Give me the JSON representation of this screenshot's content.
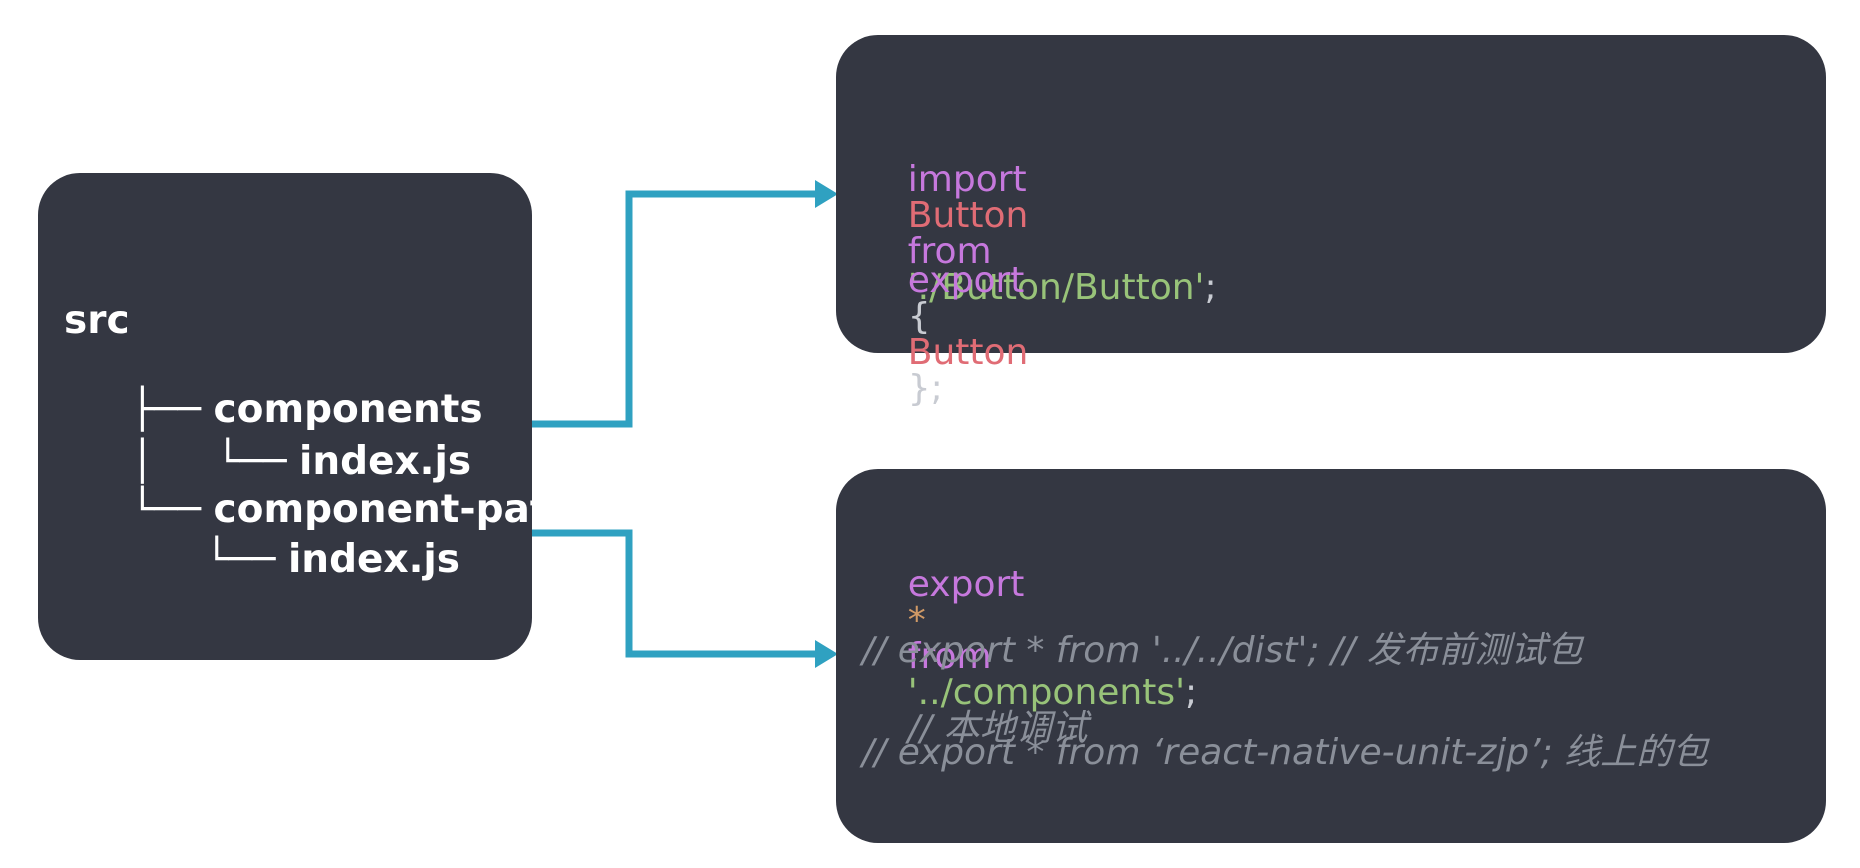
{
  "tree": {
    "root": "src",
    "items": [
      {
        "connector": " ├── ",
        "indent": "",
        "label": "components"
      },
      {
        "connector": " │     └── ",
        "indent": "",
        "label": "index.js"
      },
      {
        "connector": " └── ",
        "indent": "",
        "label": "component-path"
      },
      {
        "connector": "       └── ",
        "indent": "",
        "label": "index.js"
      }
    ]
  },
  "code_block_1": {
    "line1": {
      "kw_import": "import",
      "ident": "Button",
      "kw_from": "from",
      "string": "'./Button/Button'",
      "semi": ";"
    },
    "line2": {
      "kw_export": "export",
      "brace_open": "{",
      "ident": "Button",
      "brace_close": "};"
    }
  },
  "code_block_2": {
    "line1": {
      "kw_export": "export",
      "star": "*",
      "kw_from": "from",
      "string": "'../components'",
      "semi": ";",
      "comment": "// 本地调试"
    },
    "line2": "// export * from '../../dist'; // 发布前测试包",
    "line3": "// export * from ‘react-native-unit-zjp’; 线上的包"
  },
  "colors": {
    "panel_bg": "#343742",
    "keyword": "#c678dd",
    "identifier": "#e06c75",
    "string": "#98c379",
    "punctuation": "#c8cbd2",
    "star": "#d19a66",
    "comment": "#8a8f99",
    "arrow": "#2fa1c1",
    "tree_text": "#ffffff"
  }
}
